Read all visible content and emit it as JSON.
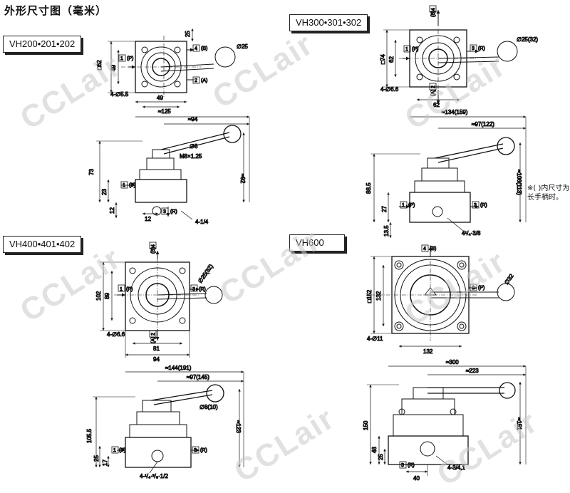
{
  "page": {
    "title": "外形尺寸图（毫米）"
  },
  "models": {
    "vh200": "VH200•201•202",
    "vh300": "VH300•301•302",
    "vh400": "VH400•401•402",
    "vh600": "VH600"
  },
  "watermark": "CCLair",
  "note": {
    "line1": "※( )内尺寸为",
    "line2": "长手柄时。"
  },
  "ports": {
    "p1": "1",
    "p1_label": "(P)",
    "p2": "2",
    "p2_label": "(A)",
    "p3": "3",
    "p3_label": "(R)",
    "p4": "4",
    "p4_label": "(B)"
  },
  "dims_vh200": {
    "square": "□62",
    "side": "49",
    "top": "25",
    "bottom_width": "49",
    "holes": "4-∅5.5",
    "knob": "∅25",
    "len_125": "≈125",
    "len_94": "≈94",
    "shaft": "∅8",
    "thread": "M8×1.25",
    "height_73": "73",
    "height_92": "≈92",
    "h23": "23",
    "h12": "12",
    "w12": "12",
    "port": "4-1/4"
  },
  "dims_vh300": {
    "square": "□74",
    "side": "62",
    "bottom_width": "62",
    "holes": "4-∅6.6",
    "knob": "∅25(32)",
    "len_134": "≈134(159)",
    "len_97": "≈97(122)",
    "height_885": "88.5",
    "height_106": "≈106(113)",
    "h27": "27",
    "h135": "13.5",
    "port": "4¹/₄·3/8"
  },
  "dims_vh400": {
    "square": "102",
    "side": "89",
    "bottom_81": "81",
    "bottom_94": "94",
    "holes": "4-∅6.6",
    "knob": "∅25(32)",
    "len_144": "≈144(191)",
    "len_97": "≈97(145)",
    "shaft": "∅8(10)",
    "height_1055": "105.5",
    "height_123": "≈123",
    "h25": "25",
    "h17": "17",
    "port": "4-¹/₄·³/₈·1/2"
  },
  "dims_vh600": {
    "square": "□152",
    "side": "132",
    "bottom": "132",
    "holes": "4-∅11",
    "knob": "∅32",
    "len_300": "≈300",
    "len_223": "≈223",
    "height_150": "150",
    "height_151": "≈151",
    "h48": "48",
    "h25": "25",
    "w40": "40",
    "port": "4-3/4,1"
  }
}
